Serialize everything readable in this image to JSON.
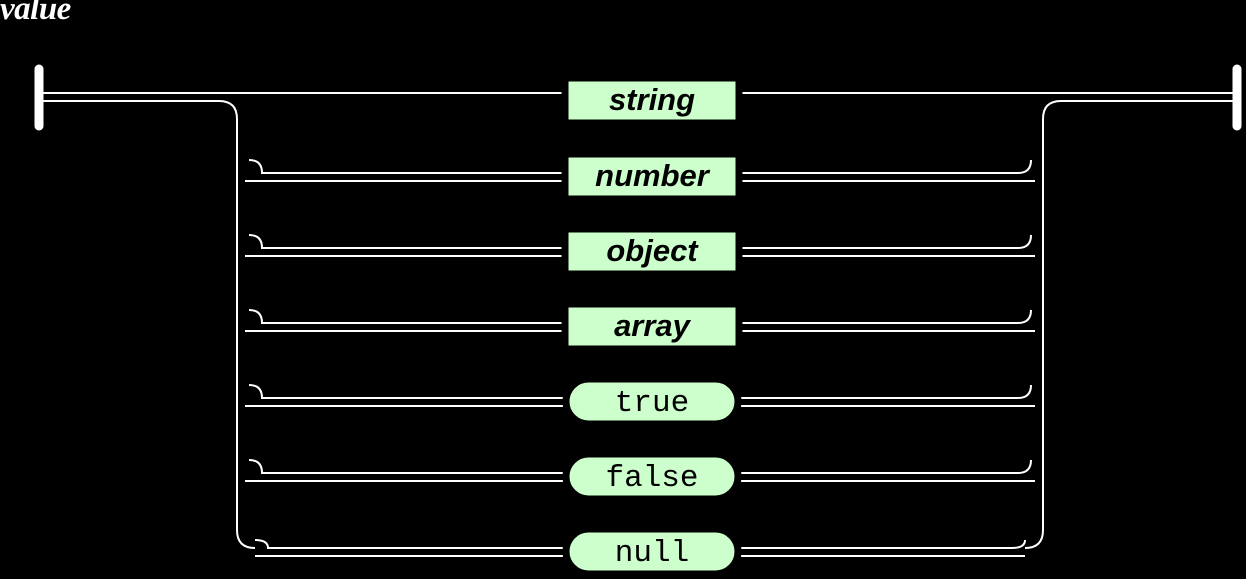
{
  "diagram": {
    "title": "value",
    "type": "railroad-syntax-diagram",
    "background_color": "#000000",
    "line_color": "#ffffff",
    "node_fill_color": "#ccffcc",
    "node_stroke_color": "#000000",
    "title_color": "#ffffff",
    "alternatives": [
      {
        "label": "string",
        "shape": "rectangle",
        "kind": "nonterminal"
      },
      {
        "label": "number",
        "shape": "rectangle",
        "kind": "nonterminal"
      },
      {
        "label": "object",
        "shape": "rectangle",
        "kind": "nonterminal"
      },
      {
        "label": "array",
        "shape": "rectangle",
        "kind": "nonterminal"
      },
      {
        "label": "true",
        "shape": "capsule",
        "kind": "terminal"
      },
      {
        "label": "false",
        "shape": "capsule",
        "kind": "terminal"
      },
      {
        "label": "null",
        "shape": "capsule",
        "kind": "terminal"
      }
    ]
  }
}
